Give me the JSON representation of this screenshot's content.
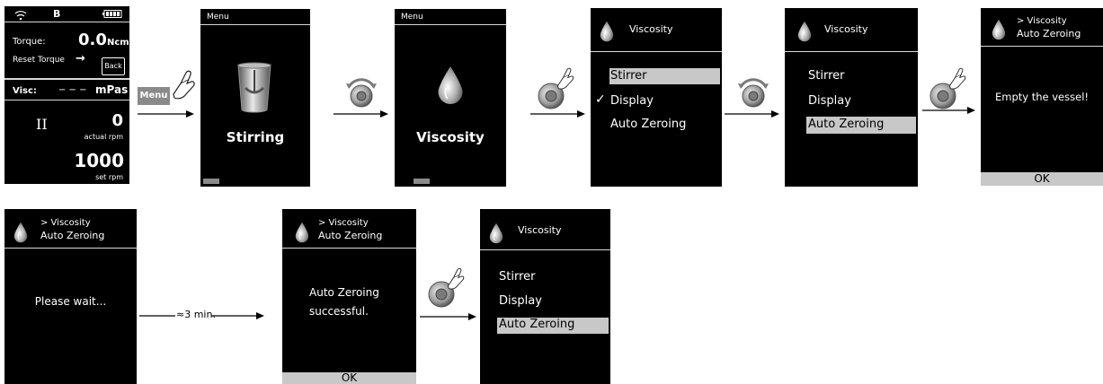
{
  "colors": {
    "screen_bg": "#000000",
    "highlight": "#c8c8c8",
    "menu_button": "#8a8a8a",
    "text": "#ffffff"
  },
  "home": {
    "status": {
      "wifi_icon": "wifi-icon",
      "mode": "B",
      "battery_icon": "battery-icon"
    },
    "torque_label": "Torque:",
    "torque_value": "0.0",
    "torque_unit": "Ncm",
    "reset_label": "Reset Torque",
    "reset_arrow": "→",
    "back_label": "Back",
    "visc_label": "Visc:",
    "visc_dashes": "− − −",
    "visc_unit": "mPas",
    "pause_icon": "II",
    "actual_value": "0",
    "actual_label": "actual rpm",
    "set_value": "1000",
    "set_label": "set rpm"
  },
  "menu_button_label": "Menu",
  "stirring": {
    "header": "Menu",
    "label": "Stirring"
  },
  "viscosity_menu": {
    "header": "Menu",
    "label": "Viscosity"
  },
  "visc_sub1": {
    "title": "Viscosity",
    "items": [
      "Stirrer",
      "Display",
      "Auto Zeroing"
    ],
    "checkmark": "✓"
  },
  "visc_sub2": {
    "title": "Viscosity",
    "items": [
      "Stirrer",
      "Display",
      "Auto Zeroing"
    ]
  },
  "empty_vessel": {
    "breadcrumb": "> Viscosity",
    "subtitle": "Auto Zeroing",
    "message": "Empty the vessel!",
    "ok": "OK"
  },
  "please_wait": {
    "breadcrumb": "> Viscosity",
    "subtitle": "Auto Zeroing",
    "message": "Please wait..."
  },
  "wait_duration": "≈3 min.",
  "success": {
    "breadcrumb": "> Viscosity",
    "subtitle": "Auto Zeroing",
    "line1": "Auto Zeroing",
    "line2": "successful.",
    "ok": "OK"
  },
  "visc_final": {
    "title": "Viscosity",
    "items": [
      "Stirrer",
      "Display",
      "Auto Zeroing"
    ]
  }
}
